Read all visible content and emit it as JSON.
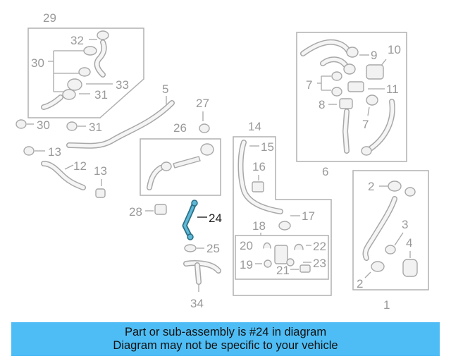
{
  "callouts": {
    "c1": "1",
    "c2": "2",
    "c3": "3",
    "c4": "4",
    "c5": "5",
    "c6": "6",
    "c7": "7",
    "c8": "8",
    "c9": "9",
    "c10": "10",
    "c11": "11",
    "c12": "12",
    "c13": "13",
    "c14": "14",
    "c15": "15",
    "c16": "16",
    "c17": "17",
    "c18": "18",
    "c19": "19",
    "c20": "20",
    "c21": "21",
    "c22": "22",
    "c23": "23",
    "c24": "24",
    "c25": "25",
    "c26": "26",
    "c27": "27",
    "c28": "28",
    "c29": "29",
    "c30": "30",
    "c31": "31",
    "c32": "32",
    "c33": "33",
    "c34": "34"
  },
  "highlight": {
    "part_number": "24",
    "color": "#5fb8d6"
  },
  "banner": {
    "line1": "Part or sub-assembly is #24 in diagram",
    "line2": "Diagram may not be specific to your vehicle",
    "background": "#4fbdf5"
  }
}
